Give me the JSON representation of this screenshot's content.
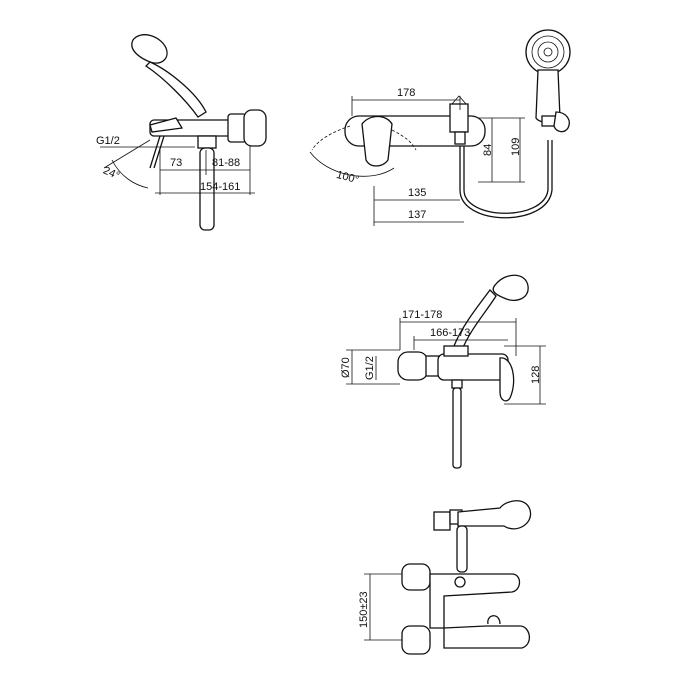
{
  "views": {
    "side": {
      "thread": "G1/2",
      "angle": "24°",
      "dim_spout": "73",
      "dim_body": "81-88",
      "dim_total": "154-161"
    },
    "top": {
      "width": "178",
      "height_inner": "84",
      "height_outer": "109",
      "angle": "100°",
      "dim_a": "135",
      "dim_b": "137"
    },
    "front": {
      "dim_outer": "171-178",
      "dim_inner": "166-173",
      "diameter": "Ø70",
      "thread": "G1/2",
      "height": "128"
    },
    "rear": {
      "spacing": "150±23"
    }
  }
}
